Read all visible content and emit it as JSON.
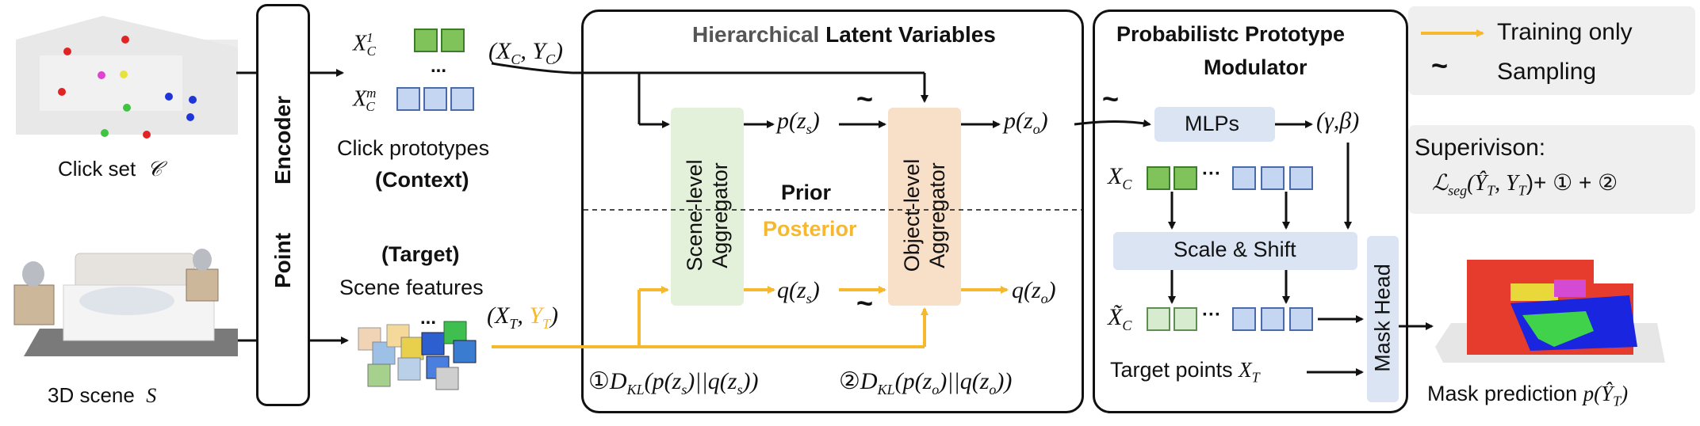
{
  "left": {
    "click_set_label": "Click set",
    "click_set_symbol": "𝒞",
    "scene_label": "3D scene",
    "scene_symbol": "S"
  },
  "encoder": {
    "line1": "Point",
    "line2": "Encoder"
  },
  "prototypes": {
    "x_c_1": "X",
    "x_c_1_sub": "C",
    "x_c_1_sup": "1",
    "x_c_m": "X",
    "x_c_m_sub": "C",
    "x_c_m_sup": "m",
    "dots": "...",
    "pair": "(X",
    "pair_sub1": "C",
    "pair_mid": ", Y",
    "pair_sub2": "C",
    "pair_end": ")",
    "label": "Click prototypes",
    "sublabel": "(Context)"
  },
  "target": {
    "label_bold": "(Target)",
    "label": "Scene features",
    "dots": "...",
    "pair_start": "(X",
    "pair_sub1": "T",
    "pair_mid": ", ",
    "pair_y": "Y",
    "pair_sub2": "T",
    "pair_end": ")"
  },
  "latent": {
    "title_gray": "Hierarchical",
    "title_black": "Latent Variables",
    "scene_agg": "Scene-level Aggregator",
    "object_agg": "Object-level Aggregator",
    "p_zs": "p(z",
    "p_zs_sub": "s",
    "p_zo": "p(z",
    "p_zo_sub": "o",
    "q_zs": "q(z",
    "q_zs_sub": "s",
    "q_zo": "q(z",
    "q_zo_sub": "o",
    "close": ")",
    "prior": "Prior",
    "posterior": "Posterior",
    "tilde": "~",
    "kl1_num": "①",
    "kl1": "D",
    "kl1_sub": "KL",
    "kl1_rest": "(p(z",
    "kl1_s1": "s",
    "kl1_mid": ")||q(z",
    "kl1_s2": "s",
    "kl1_end": "))",
    "kl2_num": "②",
    "kl2": "D",
    "kl2_sub": "KL",
    "kl2_rest": "(p(z",
    "kl2_s1": "o",
    "kl2_mid": ")||q(z",
    "kl2_s2": "o",
    "kl2_end": "))"
  },
  "modulator": {
    "title1": "Probabilistc Prototype",
    "title2": "Modulator",
    "mlps": "MLPs",
    "gamma_beta": "(γ,β)",
    "xc": "X",
    "xc_sub": "C",
    "xc_tilde": "X̃",
    "xc_tilde_sub": "C",
    "dots": "···",
    "scale_shift": "Scale & Shift",
    "target_points": "Target points",
    "xt": "X",
    "xt_sub": "T",
    "mask_head": "Mask Head"
  },
  "legend": {
    "training_only": "Training only",
    "sampling_symbol": "~",
    "sampling": "Sampling"
  },
  "supervision": {
    "title": "Superivison:",
    "loss": "ℒ",
    "loss_sub": "seg",
    "loss_args": "(Ŷ",
    "loss_args_sub1": "T",
    "loss_args_mid": ", Y",
    "loss_args_sub2": "T",
    "loss_args_end": ")+ ① + ②"
  },
  "output": {
    "label": "Mask prediction",
    "formula": "p(Ŷ",
    "formula_sub": "T",
    "formula_end": ")"
  },
  "colors": {
    "orange_line": "#f5b82e",
    "posterior_text": "#f5b82e",
    "scene_agg_fill": "#e3f0da",
    "object_agg_fill": "#f8dfc8",
    "blue_box": "#dbe4f3",
    "legend_bg": "#efefef"
  }
}
